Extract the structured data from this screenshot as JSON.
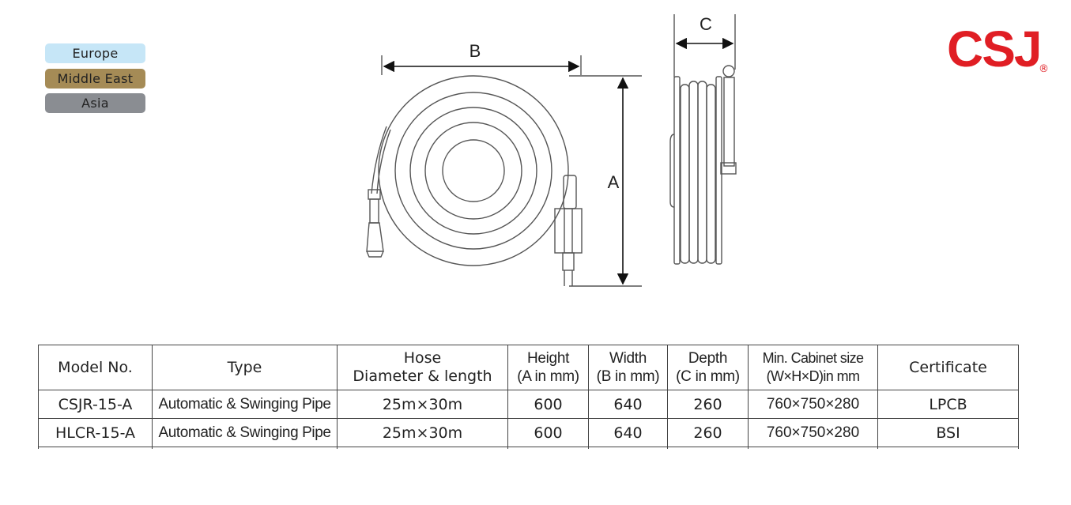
{
  "regions": [
    {
      "label": "Europe",
      "color": "#c6e6f7"
    },
    {
      "label": "Middle East",
      "color": "#a58b56"
    },
    {
      "label": "Asia",
      "color": "#8a8d92"
    }
  ],
  "logo": {
    "text": "CSJ",
    "registered": "®",
    "color": "#e01e24"
  },
  "diagram": {
    "label_b": "B",
    "label_a": "A",
    "label_c": "C"
  },
  "table": {
    "headers": {
      "model": "Model No.",
      "type": "Type",
      "hose_line1": "Hose",
      "hose_line2": "Diameter & length",
      "height_line1": "Height",
      "height_line2": "(A in mm)",
      "width_line1": "Width",
      "width_line2": "(B in mm)",
      "depth_line1": "Depth",
      "depth_line2": "(C in mm)",
      "cabinet_line1": "Min. Cabinet size",
      "cabinet_line2": "(W×H×D)in mm",
      "certificate": "Certificate"
    },
    "rows": [
      {
        "model": "CSJR-15-A",
        "type": "Automatic & Swinging Pipe",
        "hose": "25m×30m",
        "height": "600",
        "width": "640",
        "depth": "260",
        "cabinet": "760×750×280",
        "certificate": "LPCB"
      },
      {
        "model": "HLCR-15-A",
        "type": "Automatic & Swinging Pipe",
        "hose": "25m×30m",
        "height": "600",
        "width": "640",
        "depth": "260",
        "cabinet": "760×750×280",
        "certificate": "BSI"
      }
    ]
  }
}
